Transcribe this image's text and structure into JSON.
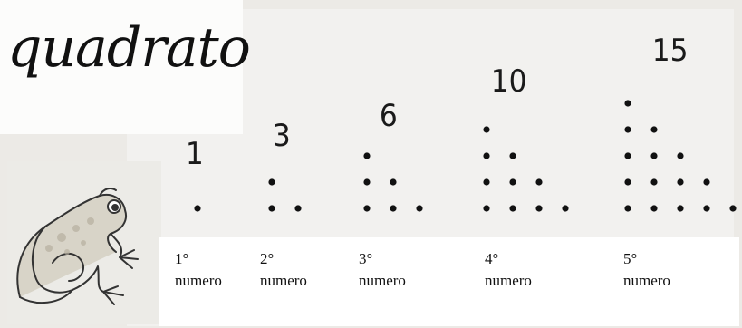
{
  "title": "quadrato",
  "groups": [
    {
      "value": "1",
      "ordinal": "1°",
      "word": "numero"
    },
    {
      "value": "3",
      "ordinal": "2°",
      "word": "numero"
    },
    {
      "value": "6",
      "ordinal": "3°",
      "word": "numero"
    },
    {
      "value": "10",
      "ordinal": "4°",
      "word": "numero"
    },
    {
      "value": "15",
      "ordinal": "5°",
      "word": "numero"
    }
  ],
  "colors": {
    "ink": "#111111",
    "paper": "#f2f1ef"
  },
  "icons": [
    "frog-icon"
  ]
}
